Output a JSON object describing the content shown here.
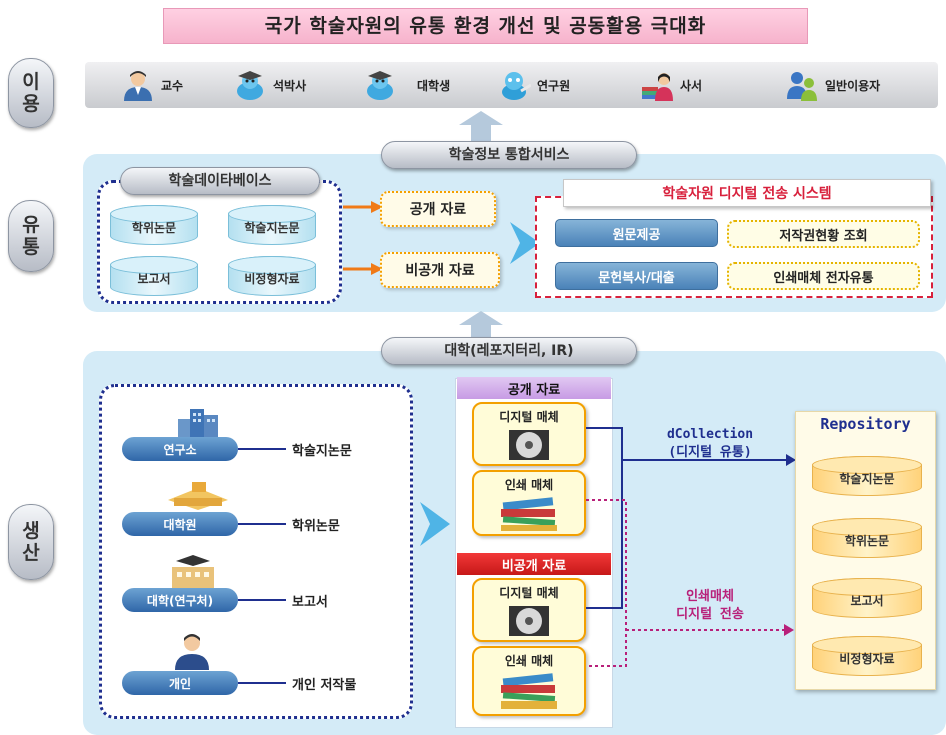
{
  "title": "국가 학술자원의 유통 환경 개선 및 공동활용 극대화",
  "sections": {
    "use": {
      "line1": "이",
      "line2": "용"
    },
    "distribution": {
      "line1": "유",
      "line2": "통"
    },
    "production": {
      "line1": "생",
      "line2": "산"
    }
  },
  "users": [
    {
      "label": "교수",
      "icon": "professor-icon"
    },
    {
      "label": "석박사",
      "icon": "graduate-icon"
    },
    {
      "label": "대학생",
      "icon": "student-icon"
    },
    {
      "label": "연구원",
      "icon": "researcher-icon"
    },
    {
      "label": "사서",
      "icon": "librarian-icon"
    },
    {
      "label": "일반이용자",
      "icon": "general-user-icon"
    }
  ],
  "service_label": "학술정보 통합서비스",
  "database": {
    "title": "학술데이타베이스",
    "items": [
      "학위논문",
      "학술지논문",
      "보고서",
      "비정형자료"
    ]
  },
  "access": {
    "public": "공개 자료",
    "private": "비공개 자료"
  },
  "system": {
    "title": "학술자원 디지털 전송 시스템",
    "buttons": [
      "원문제공",
      "문헌복사/대출"
    ],
    "tags": [
      "저작권현황 조회",
      "인쇄매체 전자유통"
    ]
  },
  "university_label": "대학(레포지터리, IR)",
  "producers": [
    {
      "org": "연구소",
      "output": "학술지논문",
      "icon": "research-institute-icon"
    },
    {
      "org": "대학원",
      "output": "학위논문",
      "icon": "graduate-school-icon"
    },
    {
      "org": "대학(연구처)",
      "output": "보고서",
      "icon": "university-icon"
    },
    {
      "org": "개인",
      "output": "개인 저작물",
      "icon": "individual-icon"
    }
  ],
  "public_header": "공개 자료",
  "private_header": "비공개 자료",
  "media": {
    "digital": "디지털 매체",
    "print": "인쇄 매체"
  },
  "dcollection": {
    "line1": "dCollection",
    "line2": "(디지털 유통)"
  },
  "print_transfer": {
    "line1": "인쇄매체",
    "line2": "디지털 전송"
  },
  "repository": {
    "title": "Repository",
    "items": [
      "학술지논문",
      "학위논문",
      "보고서",
      "비정형자료"
    ]
  },
  "colors": {
    "title_bg": "#f6b3cc",
    "panel": "#d4ebf7",
    "accent_orange": "#f4a000",
    "navy": "#1f2f8f",
    "red": "#d8203c"
  }
}
